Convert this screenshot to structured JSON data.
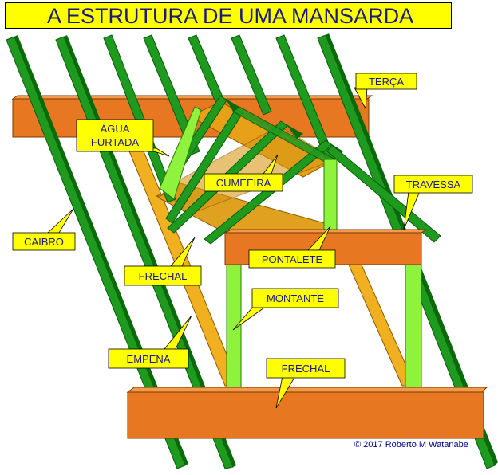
{
  "title": "A ESTRUTURA DE UMA MANSARDA",
  "credit": "© 2017 Roberto M Watanabe",
  "labels": {
    "terca": "TERÇA",
    "agua_furtada_line1": "ÁGUA",
    "agua_furtada_line2": "FURTADA",
    "cumeeira": "CUMEEIRA",
    "travessa": "TRAVESSA",
    "caibro": "CAIBRO",
    "pontalete": "PONTALETE",
    "frechal_upper": "FRECHAL",
    "montante": "MONTANTE",
    "empena": "EMPENA",
    "frechal_lower": "FRECHAL"
  },
  "colors": {
    "title_bg": "#ffff00",
    "title_text": "#1a1a80",
    "label_bg": "#ffff00",
    "label_text": "#1a1a80",
    "beam_orange": "#e87722",
    "beam_orange_top": "#f39a4a",
    "rafter_green": "#1e9a1e",
    "rafter_green_dark": "#0a6a0a",
    "post_light_green": "#8ff23c",
    "dormer_tan": "#e8a018",
    "credit_text": "#00008b"
  }
}
